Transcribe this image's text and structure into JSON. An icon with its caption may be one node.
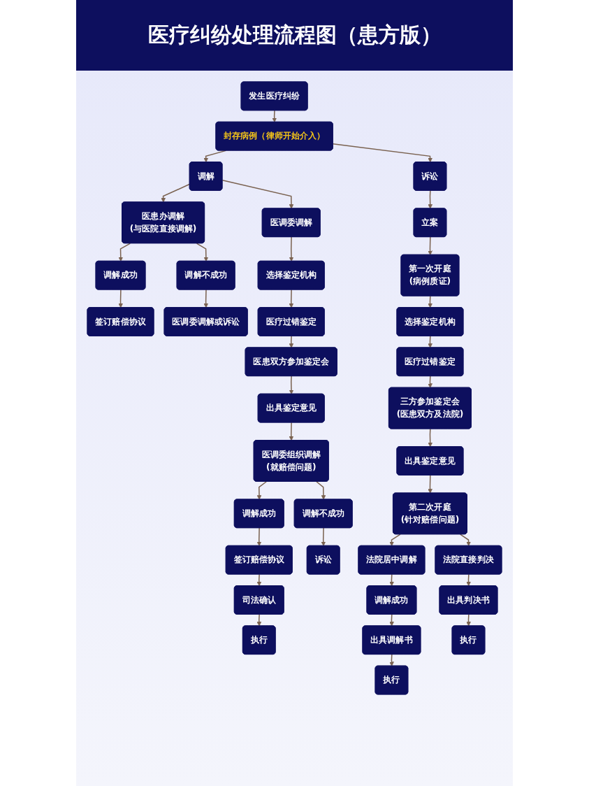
{
  "diagram": {
    "title": "医疗纠纷处理流程图（患方版）",
    "nodes": [
      {
        "text": [
          "发生医疗纠纷"
        ]
      },
      {
        "text": [
          "封存病例（律师开始介入）"
        ]
      },
      {
        "text": [
          "调解"
        ]
      },
      {
        "text": [
          "诉讼"
        ]
      },
      {
        "text": [
          "医患办调解",
          "(与医院直接调解)"
        ]
      },
      {
        "text": [
          "医调委调解"
        ]
      },
      {
        "text": [
          "立案"
        ]
      },
      {
        "text": [
          "调解成功"
        ]
      },
      {
        "text": [
          "调解不成功"
        ]
      },
      {
        "text": [
          "第一次开庭",
          "(病例质证)"
        ]
      },
      {
        "text": [
          "签订赔偿协议"
        ]
      },
      {
        "text": [
          "医调委调解或诉讼"
        ]
      },
      {
        "text": [
          "选择鉴定机构"
        ]
      },
      {
        "text": [
          "医疗过错鉴定"
        ]
      },
      {
        "text": [
          "选择鉴定机构"
        ]
      },
      {
        "text": [
          "医患双方参加鉴定会"
        ]
      },
      {
        "text": [
          "医疗过错鉴定"
        ]
      },
      {
        "text": [
          "出具鉴定意见"
        ]
      },
      {
        "text": [
          "三方参加鉴定会",
          "(医患双方及法院)"
        ]
      },
      {
        "text": [
          "医调委组织调解",
          "(就赔偿问题)"
        ]
      },
      {
        "text": [
          "出具鉴定意见"
        ]
      },
      {
        "text": [
          "调解成功"
        ]
      },
      {
        "text": [
          "调解不成功"
        ]
      },
      {
        "text": [
          "第二次开庭",
          "(针对赔偿问题)"
        ]
      },
      {
        "text": [
          "签订赔偿协议"
        ]
      },
      {
        "text": [
          "诉讼"
        ]
      },
      {
        "text": [
          "法院居中调解"
        ]
      },
      {
        "text": [
          "法院直接判决"
        ]
      },
      {
        "text": [
          "司法确认"
        ]
      },
      {
        "text": [
          "调解成功"
        ]
      },
      {
        "text": [
          "出具判决书"
        ]
      },
      {
        "text": [
          "执行"
        ]
      },
      {
        "text": [
          "出具调解书"
        ]
      },
      {
        "text": [
          "执行"
        ]
      },
      {
        "text": [
          "执行"
        ]
      }
    ],
    "edges": [
      {
        "from": 0,
        "to": 1,
        "arrow": "to"
      },
      {
        "from": 1,
        "to": 2,
        "arrow": "to"
      },
      {
        "from": 1,
        "to": 3,
        "arrow": "to"
      },
      {
        "from": 2,
        "to": 4,
        "arrow": "to"
      },
      {
        "from": 2,
        "to": 5,
        "arrow": "to"
      },
      {
        "from": 3,
        "to": 6,
        "arrow": "to"
      },
      {
        "from": 4,
        "to": 7,
        "arrow": "to"
      },
      {
        "from": 4,
        "to": 8,
        "arrow": "to"
      },
      {
        "from": 7,
        "to": 10,
        "arrow": "to"
      },
      {
        "from": 8,
        "to": 11,
        "arrow": "to"
      },
      {
        "from": 5,
        "to": 12,
        "arrow": "to"
      },
      {
        "from": 12,
        "to": 13,
        "arrow": "to"
      },
      {
        "from": 13,
        "to": 15,
        "arrow": "to"
      },
      {
        "from": 15,
        "to": 17,
        "arrow": "to"
      },
      {
        "from": 17,
        "to": 19,
        "arrow": "to"
      },
      {
        "from": 19,
        "to": 21,
        "arrow": "to"
      },
      {
        "from": 19,
        "to": 22,
        "arrow": "to"
      },
      {
        "from": 21,
        "to": 24,
        "arrow": "to"
      },
      {
        "from": 22,
        "to": 25,
        "arrow": "to"
      },
      {
        "from": 24,
        "to": 28,
        "arrow": "to"
      },
      {
        "from": 28,
        "to": 31,
        "arrow": "to"
      },
      {
        "from": 6,
        "to": 9,
        "arrow": "to"
      },
      {
        "from": 9,
        "to": 14,
        "arrow": "to"
      },
      {
        "from": 14,
        "to": 16,
        "arrow": "to"
      },
      {
        "from": 16,
        "to": 18,
        "arrow": "to"
      },
      {
        "from": 18,
        "to": 20,
        "arrow": "to"
      },
      {
        "from": 20,
        "to": 23,
        "arrow": "to"
      },
      {
        "from": 23,
        "to": 26,
        "arrow": "to"
      },
      {
        "from": 23,
        "to": 27,
        "arrow": "to"
      },
      {
        "from": 26,
        "to": 29,
        "arrow": "to"
      },
      {
        "from": 29,
        "to": 32,
        "arrow": "to"
      },
      {
        "from": 32,
        "to": 34,
        "arrow": "to"
      },
      {
        "from": 27,
        "to": 30,
        "arrow": "to"
      },
      {
        "from": 30,
        "to": 33,
        "arrow": "to"
      }
    ]
  }
}
